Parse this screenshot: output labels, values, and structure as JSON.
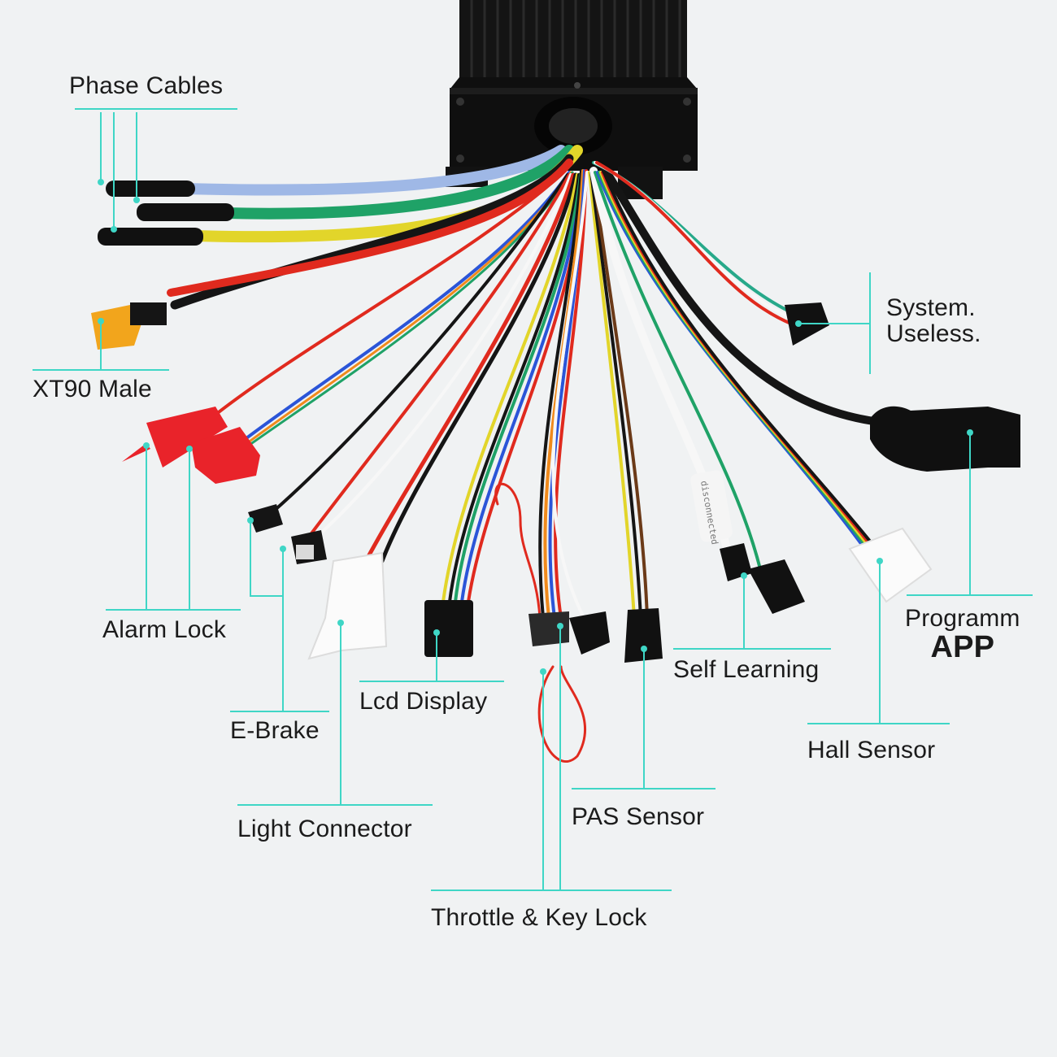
{
  "accent_color": "#3fd6c6",
  "labels": {
    "phase_cables": "Phase Cables",
    "xt90_male": "XT90 Male",
    "alarm_lock": "Alarm Lock",
    "e_brake": "E-Brake",
    "light_connector": "Light Connector",
    "lcd_display": "Lcd Display",
    "throttle_key_lock": "Throttle & Key Lock",
    "pas_sensor": "PAS Sensor",
    "self_learning": "Self Learning",
    "hall_sensor": "Hall Sensor",
    "system_useless_line1": "System.",
    "system_useless_line2": "Useless.",
    "programm_app_line1": "Programm",
    "programm_app_line2": "APP"
  },
  "sticker_text": "disconnected",
  "wire_colors": {
    "phase_blue": "#9fb8e6",
    "phase_green": "#1fa267",
    "phase_yellow": "#e2d52a",
    "red": "#e02a1e",
    "black": "#151515",
    "white": "#f7f7f7",
    "orange": "#f08a1c",
    "blue": "#2b55d8",
    "brown": "#6b3a18",
    "teal": "#27a98a"
  }
}
